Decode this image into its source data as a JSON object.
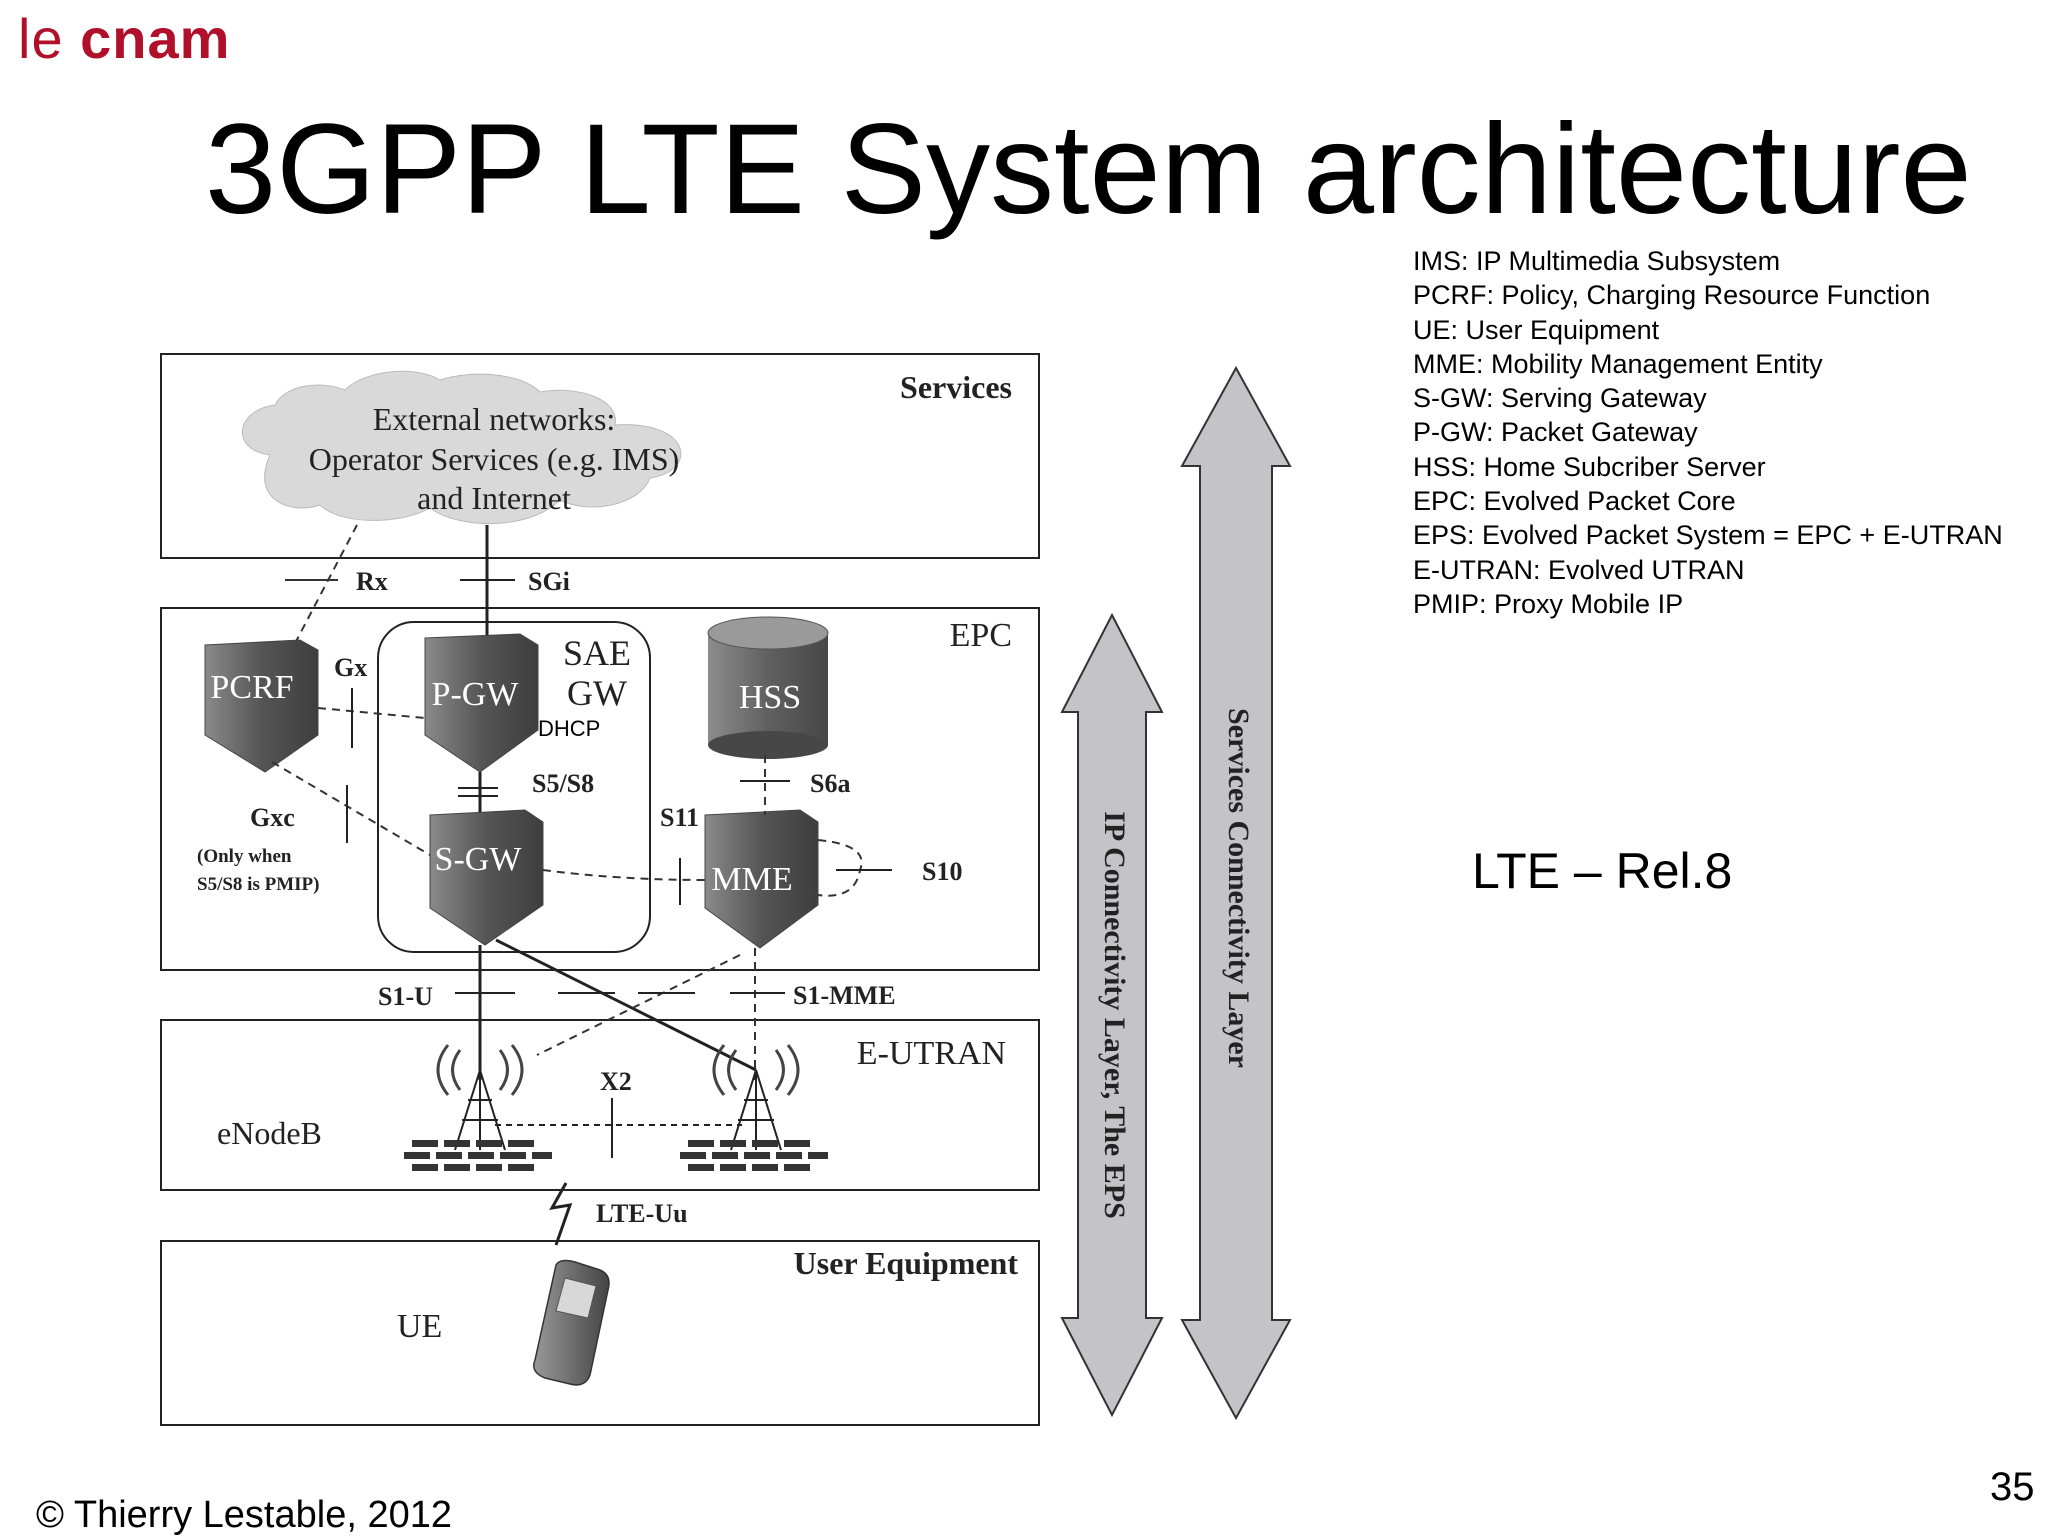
{
  "logo": {
    "le": "le",
    "cnam": "cnam"
  },
  "title": "3GPP LTE System architecture",
  "glossary": [
    "IMS: IP Multimedia Subsystem",
    "PCRF: Policy, Charging Resource Function",
    "UE: User Equipment",
    "MME: Mobility Management Entity",
    "S-GW: Serving Gateway",
    "P-GW: Packet Gateway",
    "HSS: Home Subcriber Server",
    "EPC: Evolved Packet Core",
    "EPS: Evolved Packet System = EPC + E-UTRAN",
    "E-UTRAN: Evolved UTRAN",
    "PMIP: Proxy Mobile IP"
  ],
  "release": "LTE – Rel.8",
  "footer": "© Thierry Lestable, 2012",
  "page_number": "35",
  "diagram": {
    "layers": {
      "services": "Services",
      "epc": "EPC",
      "eutran": "E-UTRAN",
      "ue_layer": "User Equipment"
    },
    "cloud": [
      "External networks:",
      "Operator Services (e.g. IMS)",
      "and Internet"
    ],
    "nodes": {
      "pcrf": "PCRF",
      "pgw": "P-GW",
      "sgw": "S-GW",
      "hss": "HSS",
      "mme": "MME",
      "sae_gw": [
        "SAE",
        "GW"
      ],
      "dhcp": "DHCP",
      "enodeb": "eNodeB",
      "ue": "UE"
    },
    "interfaces": {
      "rx": "Rx",
      "sgi": "SGi",
      "gx": "Gx",
      "gxc": "Gxc",
      "gxc_note": [
        "(Only when",
        "S5/S8 is PMIP)"
      ],
      "s5s8": "S5/S8",
      "s6a": "S6a",
      "s11": "S11",
      "s10": "S10",
      "s1u": "S1-U",
      "s1mme": "S1-MME",
      "x2": "X2",
      "lteuu": "LTE-Uu"
    },
    "arrows": {
      "ip_connectivity": "IP Connectivity Layer, The EPS",
      "services_connectivity": "Services Connectivity Layer"
    }
  },
  "colors": {
    "logo": "#b0102a",
    "node_gray": "#6e6e6e",
    "arrow_fill": "#c4c4c8",
    "cloud": "#d8d8d8"
  }
}
